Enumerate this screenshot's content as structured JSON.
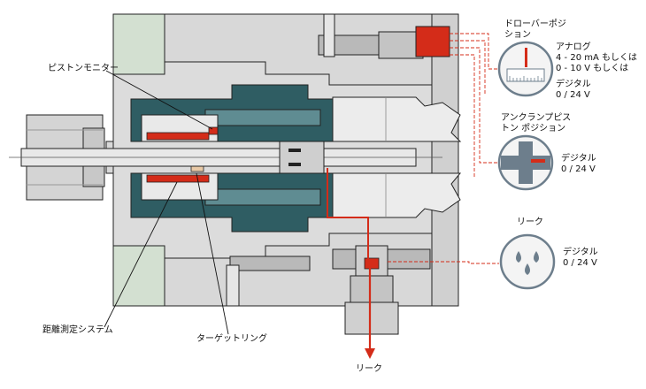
{
  "colors": {
    "housing": "#dcdcdc",
    "housing_dark": "#b9b9b9",
    "accent_green": "#d6e2d4",
    "teal": "#2f5d63",
    "teal_light": "#5f8c92",
    "red": "#d42c19",
    "icon_gray": "#6d7e8c",
    "stroke": "#222222"
  },
  "labels": {
    "piston_monitor": "ピストンモニター",
    "distance_system": "距離測定システム",
    "target_ring": "ターゲットリング",
    "leak_bottom": "リーク"
  },
  "sensors": {
    "drawbar": {
      "title": "ドローバーポジ\nション",
      "lines": [
        "アナログ",
        "4 - 20 mA もしくは",
        "0 - 10 V もしくは",
        "デジタル",
        "0 / 24 V"
      ]
    },
    "unclamp": {
      "title": "アンクランプピス\nトン ポジション",
      "lines": [
        "デジタル",
        "0 / 24 V"
      ]
    },
    "leak": {
      "title": "リーク",
      "lines": [
        "デジタル",
        "0 / 24 V"
      ]
    }
  }
}
